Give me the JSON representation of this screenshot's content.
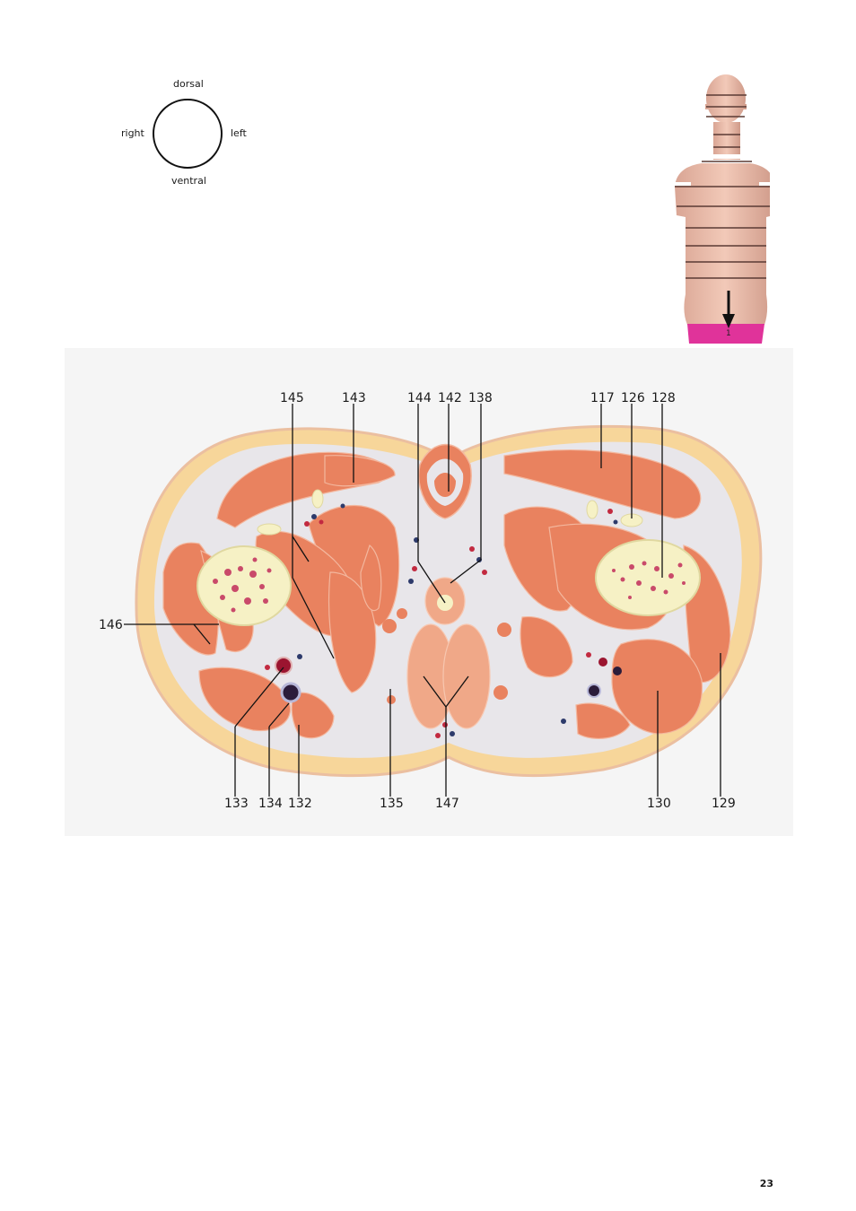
{
  "orientation": {
    "top": "dorsal",
    "right": "left",
    "left": "right",
    "bottom": "ventral"
  },
  "slice_marker": "1",
  "labels_top": [
    "145",
    "143",
    "144",
    "142",
    "138",
    "117",
    "126",
    "128"
  ],
  "labels_bottom": [
    "133",
    "134",
    "132",
    "135",
    "147",
    "130",
    "129"
  ],
  "labels_side": [
    "146"
  ],
  "page_number": "23",
  "colors": {
    "muscle": "#e9825f",
    "fat": "#f7d69a",
    "bone": "#f6f1c5",
    "slice_band": "#e0339a",
    "fascia": "#e8e6ea"
  }
}
